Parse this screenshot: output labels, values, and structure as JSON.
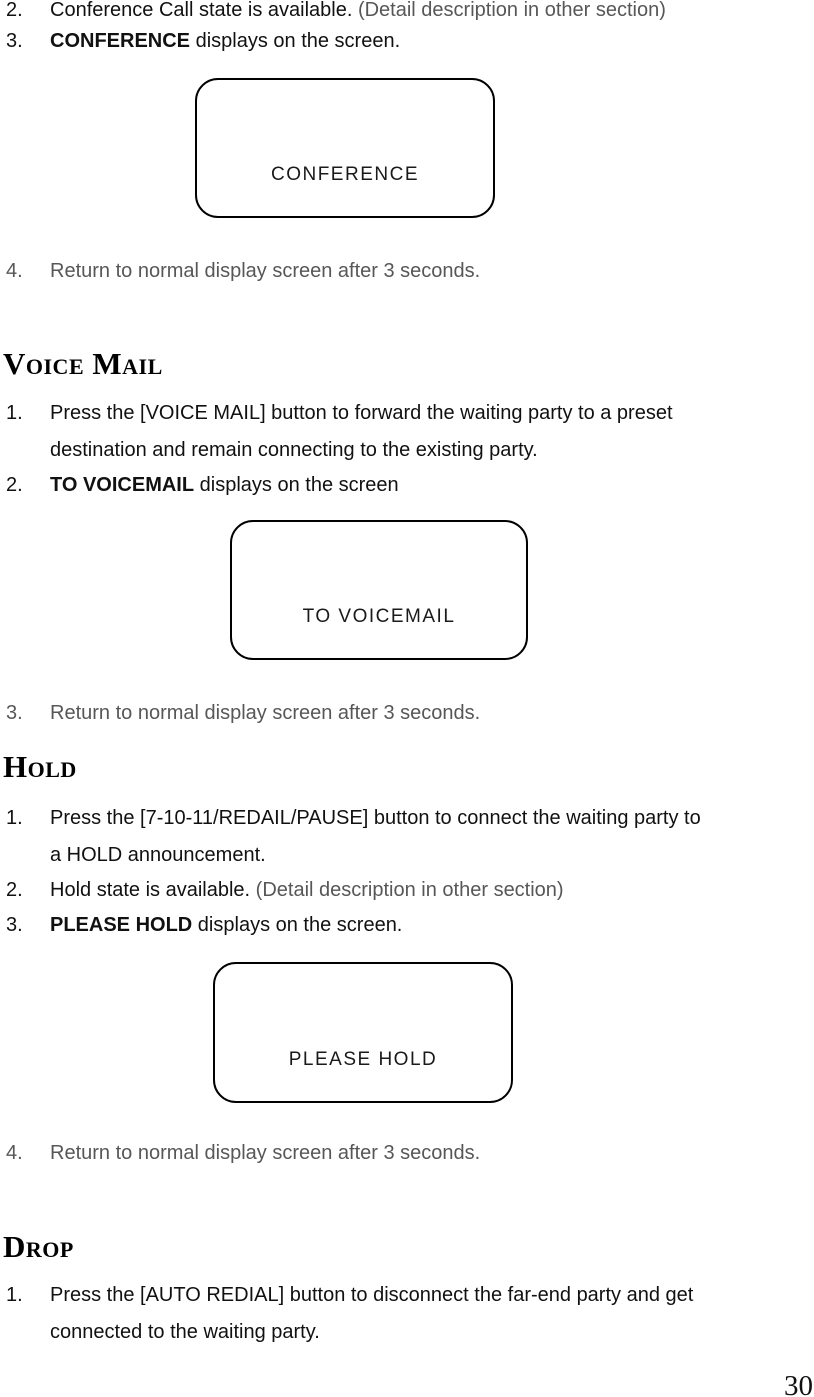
{
  "page_number": "30",
  "colors": {
    "body_text": "#111111",
    "muted_text": "#575757",
    "lcd_border": "#000000",
    "background": "#ffffff"
  },
  "conference": {
    "item2": {
      "num": "2.",
      "main": "Conference Call state is available. ",
      "note": "(Detail description in other section)"
    },
    "item3": {
      "num": "3.",
      "bold": "CONFERENCE",
      "rest": " displays on the screen."
    },
    "lcd": "CONFERENCE",
    "item4": {
      "num": "4.",
      "text": "Return to normal display screen after 3 seconds."
    }
  },
  "voice_mail": {
    "heading": "Voice Mail",
    "item1": {
      "num": "1.",
      "line1": "Press the [VOICE MAIL] button to forward the waiting party to a preset",
      "line2": "destination and remain connecting to the existing party."
    },
    "item2": {
      "num": "2.",
      "bold": "TO VOICEMAIL",
      "rest": " displays on the screen"
    },
    "lcd": "TO VOICEMAIL",
    "item3": {
      "num": "3.",
      "text": "Return to normal display screen after 3 seconds."
    }
  },
  "hold": {
    "heading": "Hold",
    "item1": {
      "num": "1.",
      "line1": "Press the [7-10-11/REDAIL/PAUSE] button to connect the waiting party to",
      "line2": "a HOLD announcement."
    },
    "item2": {
      "num": "2.",
      "main": "Hold state is available. ",
      "note": "(Detail description in other section)"
    },
    "item3": {
      "num": "3.",
      "bold": "PLEASE HOLD",
      "rest": " displays on the screen."
    },
    "lcd": "PLEASE HOLD",
    "item4": {
      "num": "4.",
      "text": "Return to normal display screen after 3 seconds."
    }
  },
  "drop": {
    "heading": "Drop",
    "item1": {
      "num": "1.",
      "line1": "Press the [AUTO REDIAL] button to disconnect the far-end party and get",
      "line2": "connected to the waiting party."
    }
  }
}
